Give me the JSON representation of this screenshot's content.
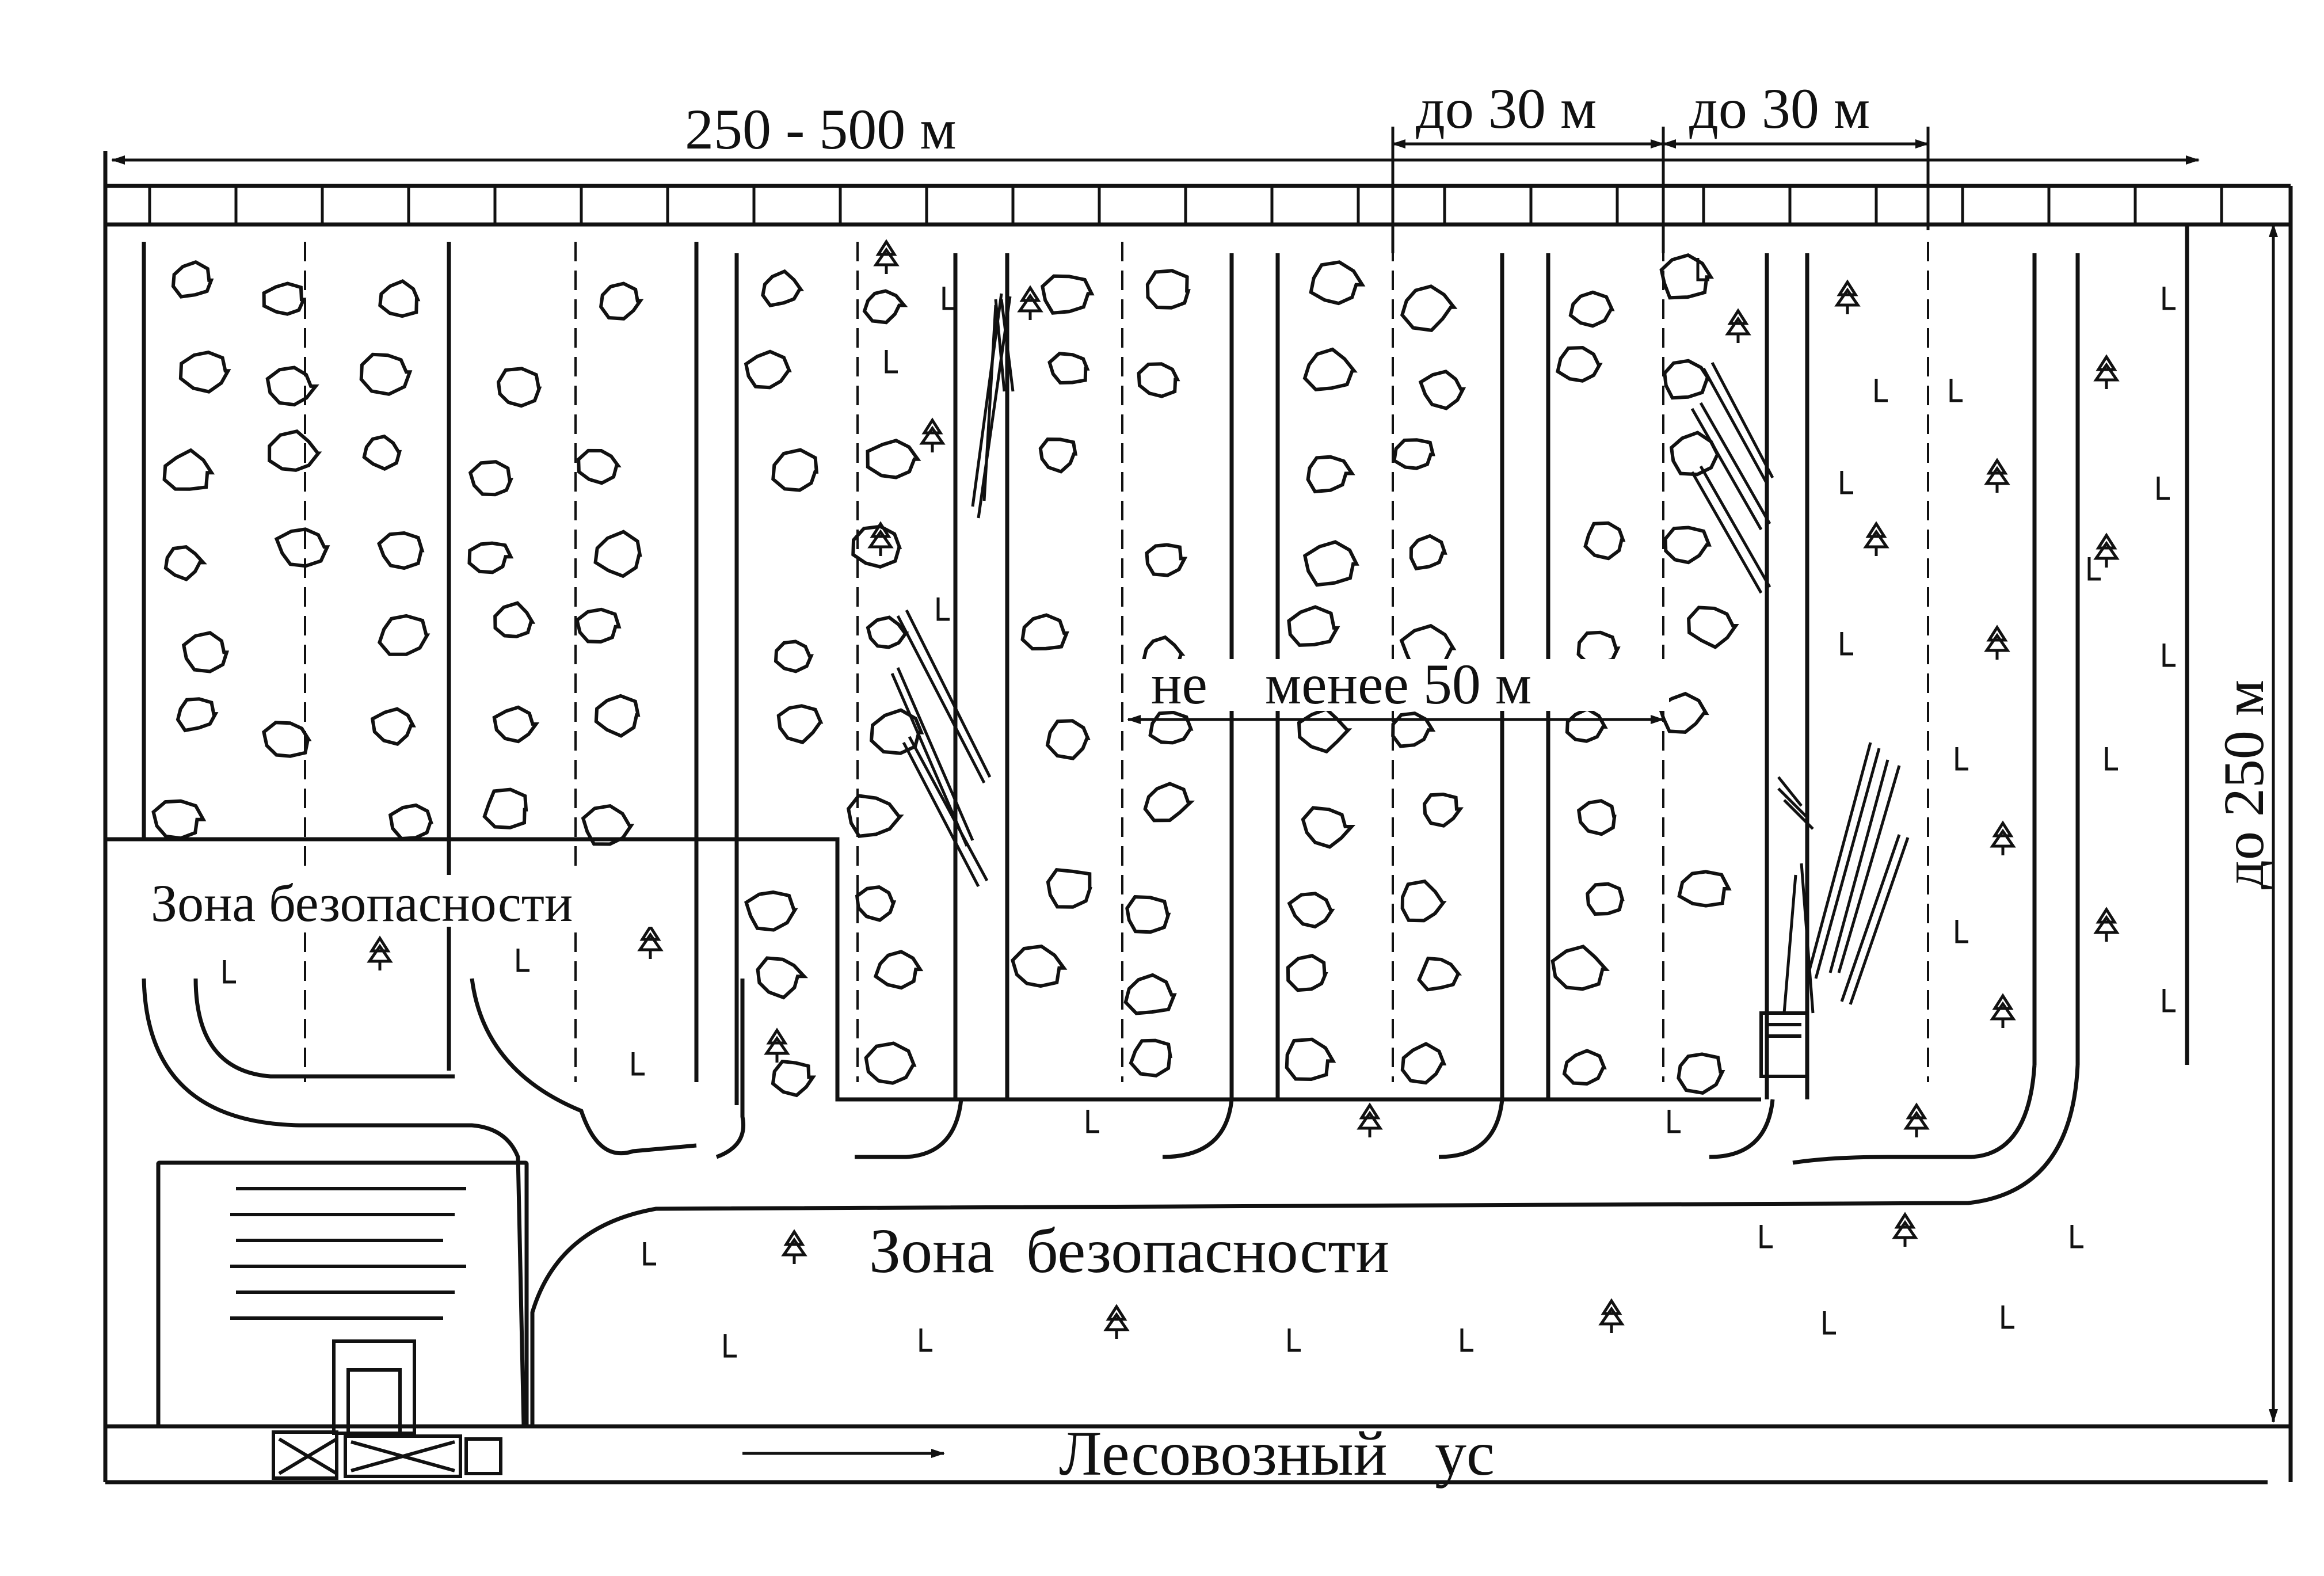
{
  "labels": {
    "total_width": "250 - 500 м",
    "strip_width_1": "до 30 м",
    "strip_width_2": "до 30 м",
    "min_distance": "не    менее 50 м",
    "depth": "до 250 м",
    "safety_zone_small": "Зона безопасности",
    "safety_zone_large": "Зона  безопасности",
    "haul_road": "Лесовозный   ус"
  },
  "colors": {
    "ink": "#111111",
    "background": "#ffffff"
  },
  "icons": [
    "deciduous-crown",
    "spruce-tree",
    "stump-mark",
    "felled-log",
    "tractor",
    "log-stack",
    "logging-truck"
  ]
}
